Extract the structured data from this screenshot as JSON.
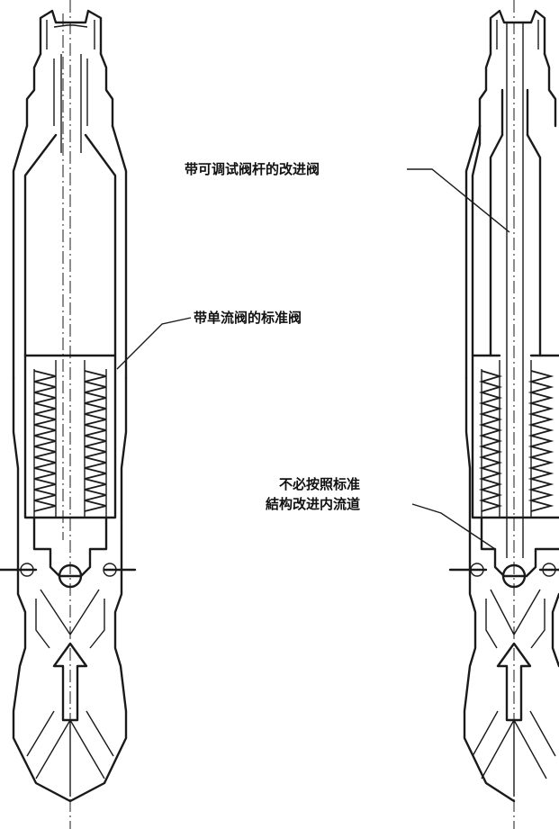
{
  "labels": {
    "improved_valve": "带可调试阀杆的改进阀",
    "standard_valve": "带单流阀的标准阀",
    "flow_channel_line1": "不必按照标准",
    "flow_channel_line2": "結构改进内流道"
  }
}
